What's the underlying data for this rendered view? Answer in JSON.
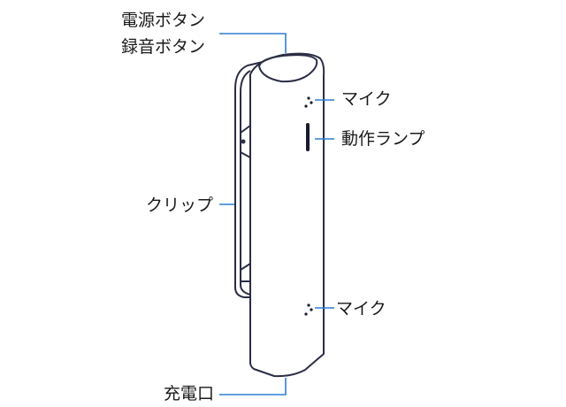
{
  "labels": {
    "power_button": "電源ボタン",
    "record_button": "録音ボタン",
    "mic_top": "マイク",
    "status_lamp": "動作ランプ",
    "clip": "クリップ",
    "mic_bottom": "マイク",
    "charging_port": "充電口"
  },
  "colors": {
    "outline": "#2a2d45",
    "leader": "#2e7fd6"
  }
}
